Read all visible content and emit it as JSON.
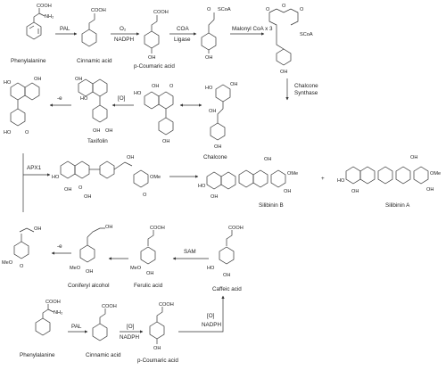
{
  "compounds": {
    "phenylalanine_top": "Phenylalanine",
    "cinnamic_top": "Cinnamic acid",
    "coumaric_top": "p-Coumaric acid",
    "chalcone": "Chalcone",
    "taxifolin": "Taxifolin",
    "silibinin_b": "Silibinin B",
    "silibinin_a": "Silibinin A",
    "coniferyl": "Coniferyl alcohol",
    "ferulic": "Ferulic acid",
    "caffeic": "Caffeic acid",
    "phenylalanine_bottom": "Phenylalanine",
    "cinnamic_bottom": "Cinnamic acid",
    "coumaric_bottom": "p-Coumaric acid"
  },
  "reagents": {
    "pal_top": "PAL",
    "o2": "O₂",
    "nadph_top": "NADPH",
    "coa": "COA",
    "ligase": "Ligase",
    "malonyl": "Malonyl CoA x 3",
    "chalcone_synthase_1": "Chalcone",
    "chalcone_synthase_2": "Synthase",
    "ox_mid": "[O]",
    "minus_e_top": "-e",
    "apx1": "APX1",
    "plus": "+",
    "sam": "SAM",
    "minus_e_bottom": "-e",
    "pal_bottom": "PAL",
    "ox_b1": "[O]",
    "nadph_b1": "NADPH",
    "ox_b2": "[O]",
    "nadph_b2": "NADPH"
  },
  "atoms": {
    "cooh": "COOH",
    "nh2": "NH₂",
    "scoa": "SCoA",
    "oh": "OH",
    "ho": "HO",
    "o": "O",
    "ome": "OMe",
    "meo": "MeO"
  }
}
